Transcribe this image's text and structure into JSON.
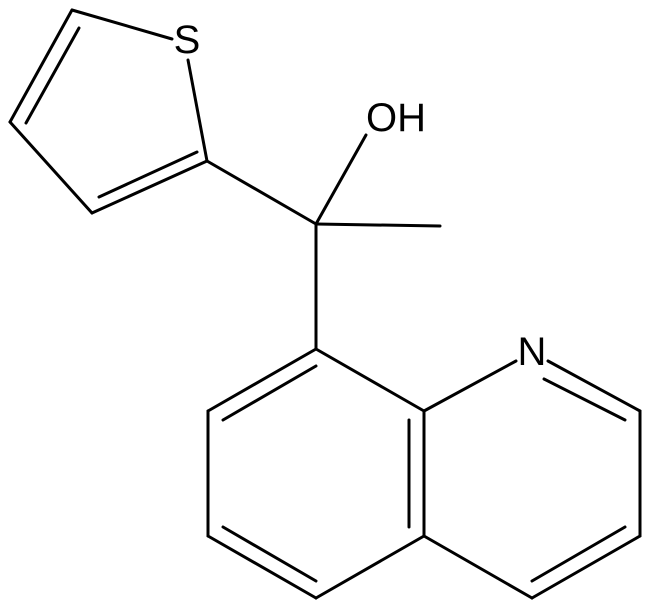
{
  "atoms": {
    "sulfur": "S",
    "hydroxyl": "OH",
    "nitrogen": "N"
  },
  "colors": {
    "bond": "#000000",
    "background": "#ffffff"
  }
}
